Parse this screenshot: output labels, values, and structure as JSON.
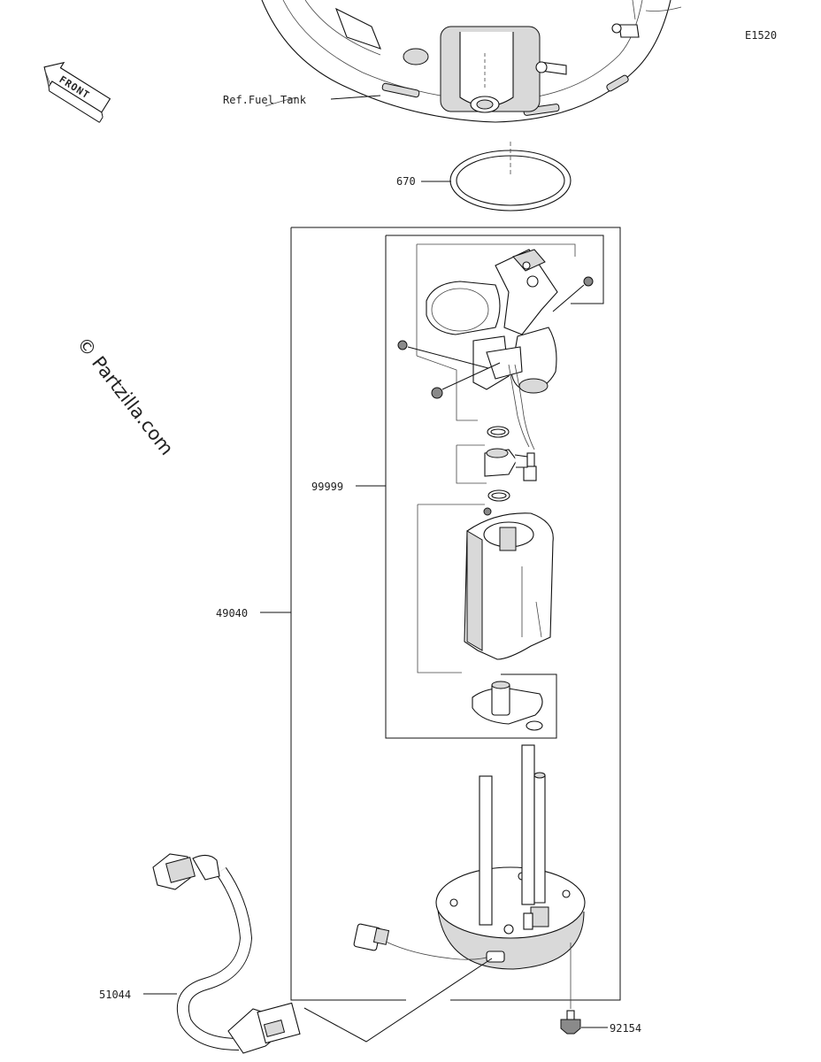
{
  "diagram_code": "E1520",
  "front_label": "FRONT",
  "watermark": "© Partzilla.com",
  "callouts": {
    "ref_fuel_tank": "Ref.Fuel Tank",
    "p670": "670",
    "p99999": "99999",
    "p49040": "49040",
    "p51044": "51044",
    "p92154": "92154"
  }
}
